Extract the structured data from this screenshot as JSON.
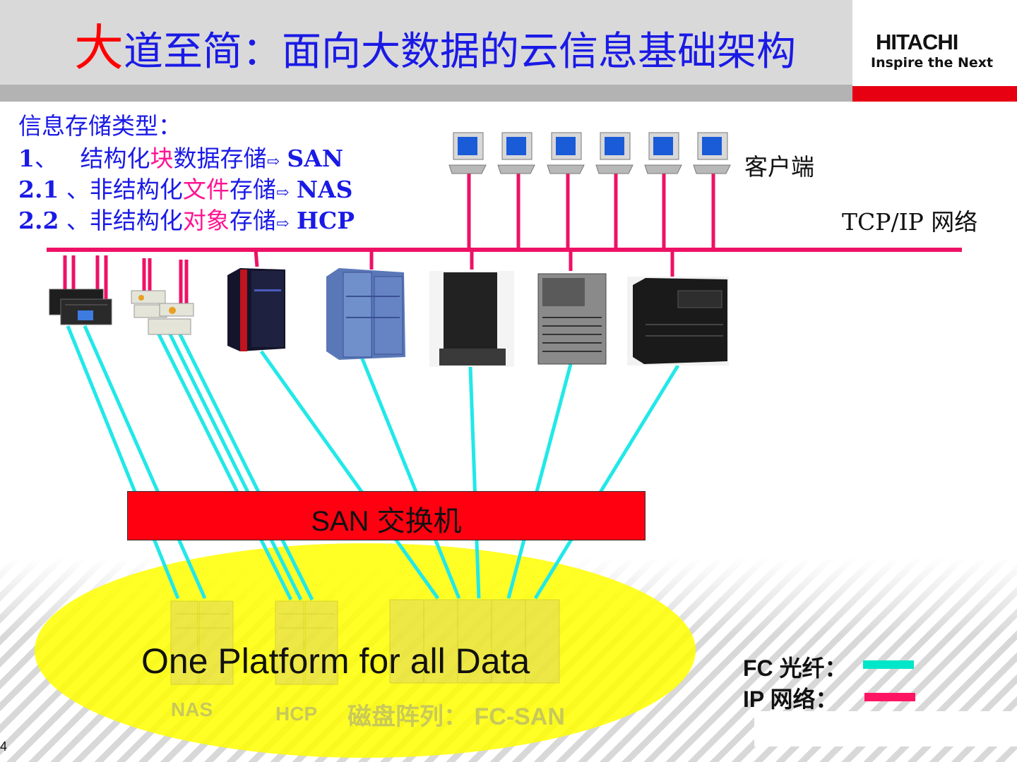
{
  "header": {
    "title_first_char": "大",
    "title_rest": "道至简：面向大数据的云信息基础架构",
    "logo_main": "HITACHI",
    "logo_sub": "Inspire the Next"
  },
  "storage_types": {
    "heading": "信息存储类型：",
    "items": [
      {
        "num": "1",
        "sep": "、",
        "pre": "结构化",
        "hl": "块",
        "post": "数据存储",
        "arrow": "⇨",
        "tag": "SAN"
      },
      {
        "num": "2.1",
        "sep": "、",
        "pre": "非结构化",
        "hl": "文件",
        "post": "存储",
        "arrow": "⇨",
        "tag": "NAS"
      },
      {
        "num": "2.2",
        "sep": "、",
        "pre": "非结构化",
        "hl": "对象",
        "post": "存储",
        "arrow": "⇨",
        "tag": "HCP"
      }
    ]
  },
  "network": {
    "client_label": "客户端",
    "ip_network_label": "TCP/IP 网络"
  },
  "switch": {
    "label": "SAN 交换机"
  },
  "platform": {
    "label": "One Platform for all Data",
    "arrays": {
      "nas": "NAS",
      "hcp": "HCP",
      "fcsan": "磁盘阵列： FC-SAN"
    }
  },
  "legend": {
    "fc": "FC 光纤：",
    "ip": "IP 网络：",
    "fc_color": "#00e6c8",
    "ip_color": "#ff1464"
  },
  "page_number": "4"
}
